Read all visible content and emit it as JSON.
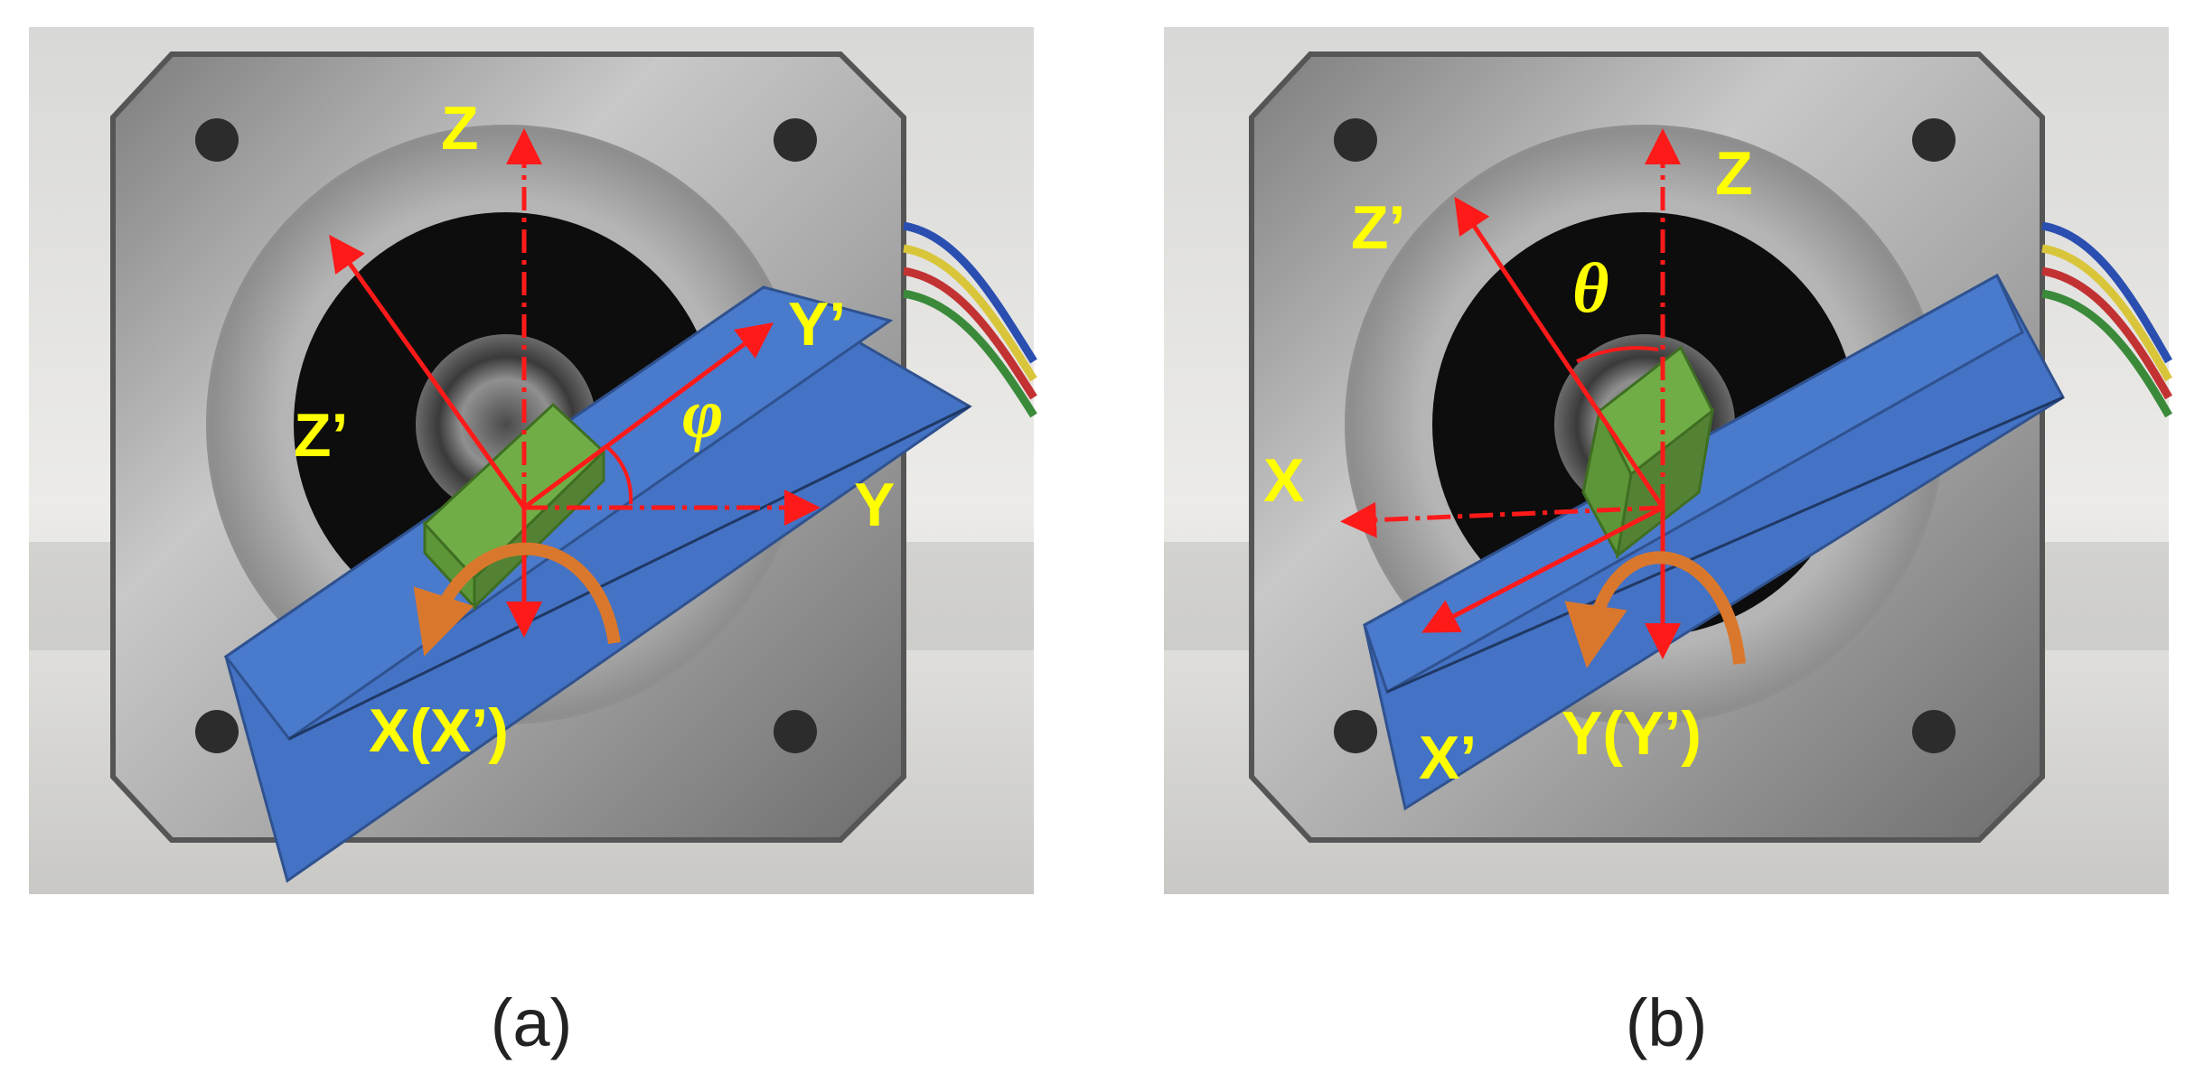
{
  "colors": {
    "background": "#ffffff",
    "label": "#ffff00",
    "axis": "#ff1a1a",
    "beam": "#4472c4",
    "sensor": "#70ad47",
    "rotation_arrow": "#d9782d",
    "motor_body": "#9a9a9a"
  },
  "panels": [
    {
      "caption": "(a)",
      "labels": {
        "z": "Z",
        "z_prime": "Z’",
        "y_prime": "Y’",
        "y": "Y",
        "angle": "φ",
        "x": "X(X’)"
      }
    },
    {
      "caption": "(b)",
      "labels": {
        "z": "Z",
        "z_prime": "Z’",
        "angle": "θ",
        "x": "X",
        "x_prime": "X’",
        "y": "Y(Y’)"
      }
    }
  ]
}
